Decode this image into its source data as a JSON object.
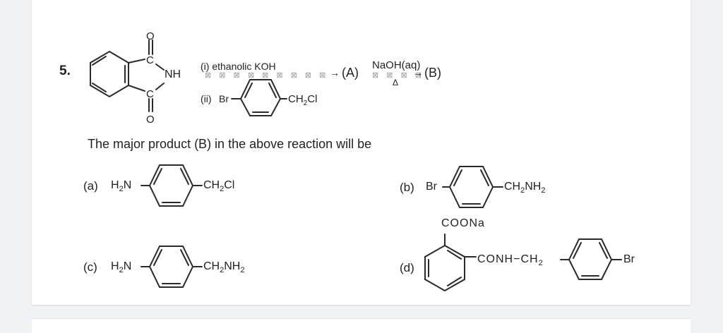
{
  "question": {
    "number": "5.",
    "reactant": {
      "name": "phthalimide",
      "labels": {
        "c_top": "C",
        "c_bottom": "C",
        "nh": "NH",
        "o_top": "O",
        "o_bottom": "O"
      }
    },
    "reagents": {
      "step1_label": "(i) ethanolic KOH",
      "step2_prefix": "(ii)",
      "step2_br": "Br",
      "step2_ch2cl": "CH",
      "step2_ch2cl_sub": "2",
      "step2_ch2cl_tail": "Cl",
      "arrow_placeholder": "⊠ ⊠ ⊠ ⊠ ⊠ ⊠ ⊠ ⊠ ⊠",
      "arrow_head": "→",
      "product_a": "(A)"
    },
    "step3": {
      "reagent": "NaOH(aq)",
      "condition": "Δ",
      "arrow_placeholder": "⊠ ⊠ ⊠ ⊠",
      "arrow_head": "→",
      "product_b": "(B)"
    },
    "stem": "The major product (B) in the above reaction will be",
    "options": [
      {
        "label": "(a)",
        "left": "H",
        "left_sub": "2",
        "left_tail": "N",
        "right": "CH",
        "right_sub": "2",
        "right_tail": "Cl"
      },
      {
        "label": "(b)",
        "left": "Br",
        "right": "CH",
        "right_sub": "2",
        "right_tail": "NH",
        "right_sub2": "2"
      },
      {
        "label": "(c)",
        "left": "H",
        "left_sub": "2",
        "left_tail": "N",
        "right": "CH",
        "right_sub": "2",
        "right_tail": "NH",
        "right_sub2": "2"
      },
      {
        "label": "(d)",
        "top": "COONa",
        "middle": "CONH−CH",
        "middle_sub": "2",
        "right": "Br"
      }
    ]
  }
}
